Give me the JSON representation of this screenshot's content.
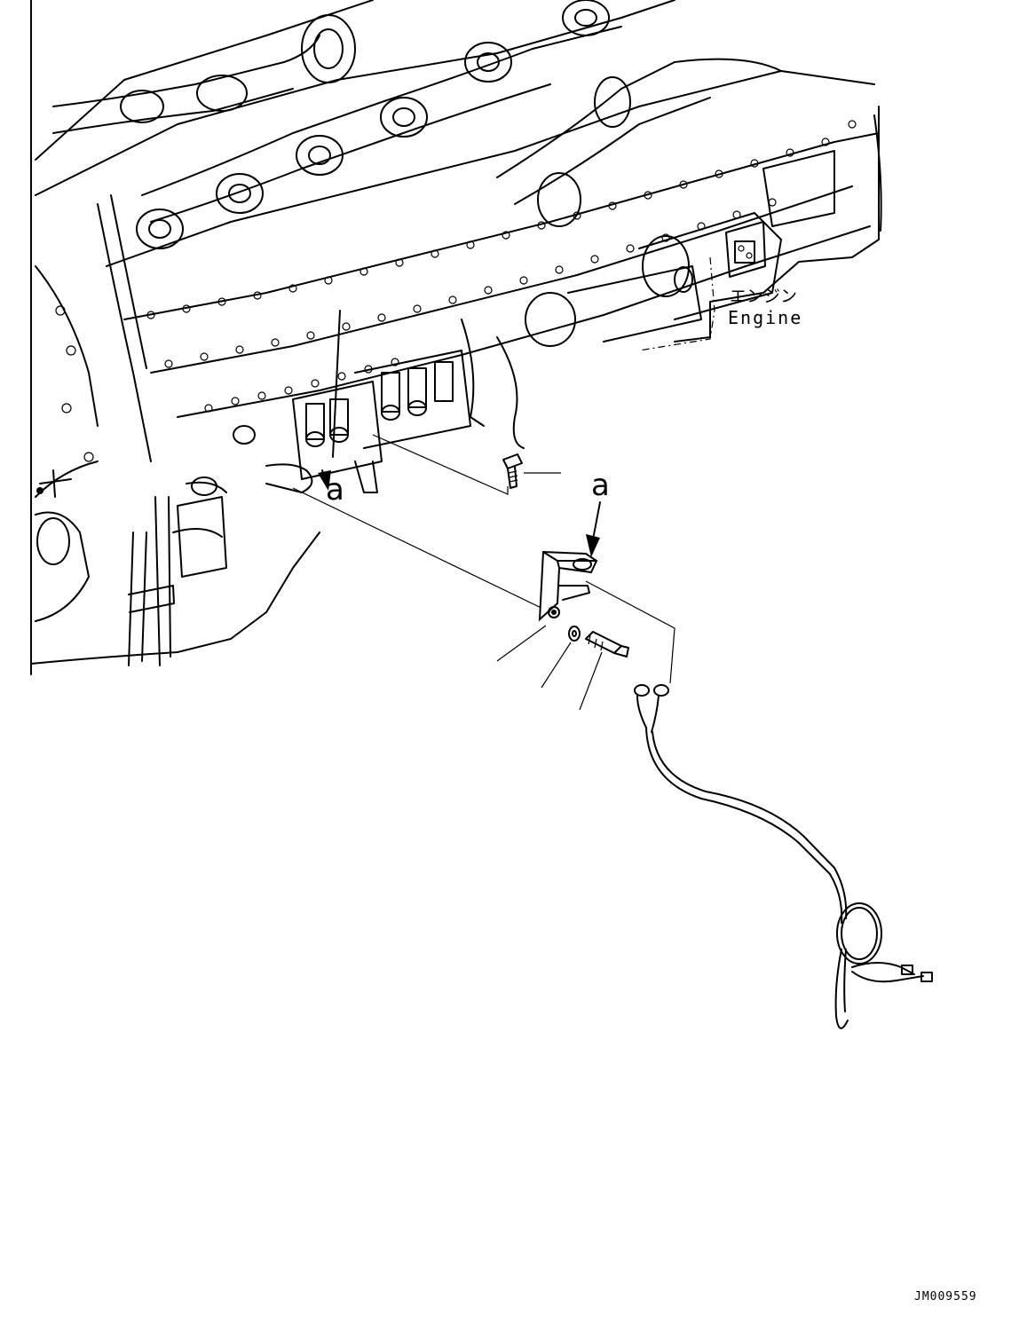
{
  "labels": {
    "engine_jp": "エンジン",
    "engine_en": "Engine",
    "view_a_main": "a",
    "view_a_bracket": "a",
    "drawing_code": "JM009559"
  },
  "colors": {
    "line": "#000000",
    "background": "#ffffff"
  }
}
